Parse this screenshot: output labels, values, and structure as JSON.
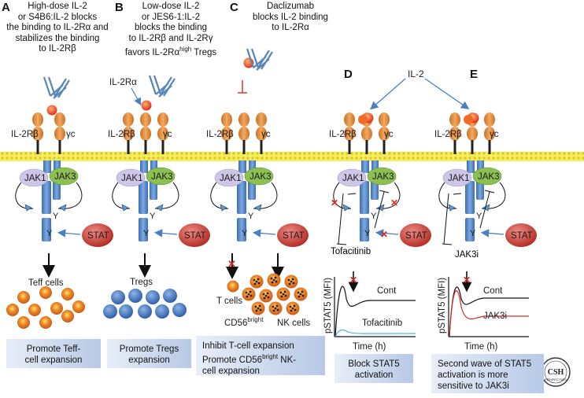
{
  "panels": {
    "A": {
      "letter": "A",
      "desc_lines": [
        "High-dose IL-2",
        "or S4B6:IL-2 blocks",
        "the binding to IL-2Rα and stabilizes the binding",
        "to IL-2Rβ"
      ],
      "result_label": "Teff cells",
      "outcome": [
        "Promote Teff-",
        "cell expansion"
      ]
    },
    "B": {
      "letter": "B",
      "desc_lines": [
        "Low-dose IL-2",
        "or JES6-1:IL-2",
        "blocks the binding",
        "to IL-2Rβ and IL-2Rγ",
        "favors IL-2Rα",
        "high",
        " Tregs"
      ],
      "receptor_label": "IL-2Rα",
      "result_label": "Tregs",
      "outcome": [
        "Promote Tregs",
        "expansion"
      ]
    },
    "C": {
      "letter": "C",
      "desc_lines": [
        "Daclizumab",
        "blocks IL-2 binding",
        "to IL-2Rα"
      ],
      "result_tcells": "T cells",
      "result_cd56": "CD56",
      "result_cd56_sup": "bright",
      "result_nk": "NK cells",
      "outcome": [
        "Inhibit T-cell expansion",
        "Promote CD56",
        "bright",
        " NK-",
        "cell expansion"
      ]
    },
    "D": {
      "letter": "D",
      "drug": "Tofacitinib",
      "curve_cont": "Cont",
      "curve_drug": "Tofacitinib",
      "outcome": [
        "Block STAT5",
        "activation"
      ]
    },
    "E": {
      "letter": "E",
      "drug": "JAK3i",
      "curve_cont": "Cont",
      "curve_drug": "JAK3i",
      "outcome": [
        "Second wave of STAT5",
        "activation is more",
        "sensitive to JAK3i"
      ]
    }
  },
  "shared": {
    "il2_label": "IL-2",
    "il2rb": "IL-2Rβ",
    "gc": "γc",
    "jak1": "JAK1",
    "jak3": "JAK3",
    "stat": "STAT",
    "y": "Y",
    "graph_ylabel": "pSTAT5 (MFI)",
    "graph_xlabel": "Time (h)",
    "logo_text": "CSH",
    "logo_sub": "PERSPECTIVES"
  },
  "colors": {
    "membrane": "#f2e84a",
    "receptor": "#e0893a",
    "chain": "#4a7cc0",
    "jak1": "#cdc6e6",
    "jak3": "#8cc151",
    "stat": "#c9413a",
    "il2": "#e8432d",
    "antibody": "#5a86b8",
    "tcell": "#e87a2a",
    "treg": "#3f6fb8",
    "inhibit": "#d42a2a"
  }
}
